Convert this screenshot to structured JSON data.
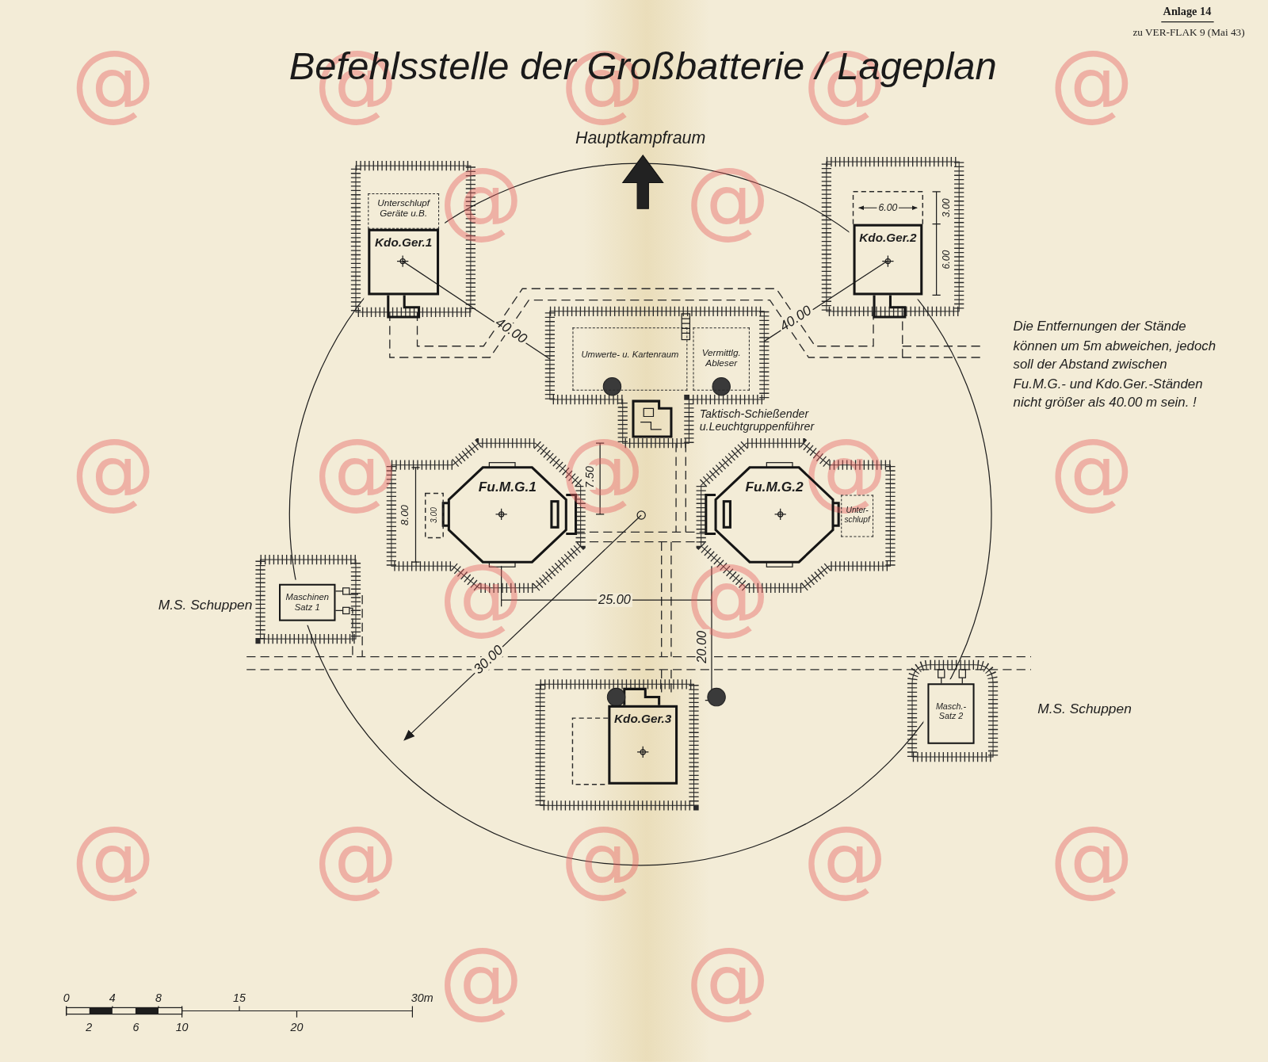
{
  "diagram": {
    "title": "Befehlsstelle der Großbatterie / Lageplan",
    "nodes": [
      {
        "text": [
          "Unterschlupf Geräte u.B."
        ]
      },
      {
        "text": [
          "Kdo.Ger.1"
        ]
      },
      {
        "text": [
          "Kdo.Ger.2"
        ]
      },
      {
        "text": [
          "Umwerte- u. Kartenraum"
        ]
      },
      {
        "text": [
          "Vermittlg. Ableser"
        ]
      },
      {
        "text": [
          "Fu.M.G.1"
        ]
      },
      {
        "text": [
          "Fu.M.G.2"
        ]
      },
      {
        "text": [
          "Unter- schlupf"
        ]
      },
      {
        "text": [
          "Maschinen Satz 1"
        ]
      },
      {
        "text": [
          "Kdo.Ger.3"
        ]
      },
      {
        "text": [
          "Masch.- Satz 2"
        ]
      }
    ],
    "labels": [
      "Anlage 14",
      "zu VER-FLAK 9 (Mai 43)",
      "Hauptkampfraum",
      "6.00",
      "3.00",
      "6.00",
      "40.00",
      "40.00",
      "7.50",
      "8.00",
      "3.00",
      "25.00",
      "30.00",
      "20.00",
      "M.S. Schuppen",
      "Taktisch-Schießender u.Leuchtgruppenführer",
      "M.S. Schuppen",
      "Die Entfernungen der Stände können um 5m abweichen, jedoch soll der Abstand zwischen Fu.M.G.- und Kdo.Ger.-Ständen nicht größer als 40.00 m sein. !",
      "0",
      "4",
      "8",
      "15",
      "30m",
      "2",
      "6",
      "10",
      "20",
      "@",
      "@",
      "@",
      "@",
      "@",
      "@",
      "@",
      "@",
      "@",
      "@",
      "@",
      "@",
      "@",
      "@",
      "@",
      "@",
      "@",
      "@",
      "@",
      "@",
      "@"
    ]
  }
}
